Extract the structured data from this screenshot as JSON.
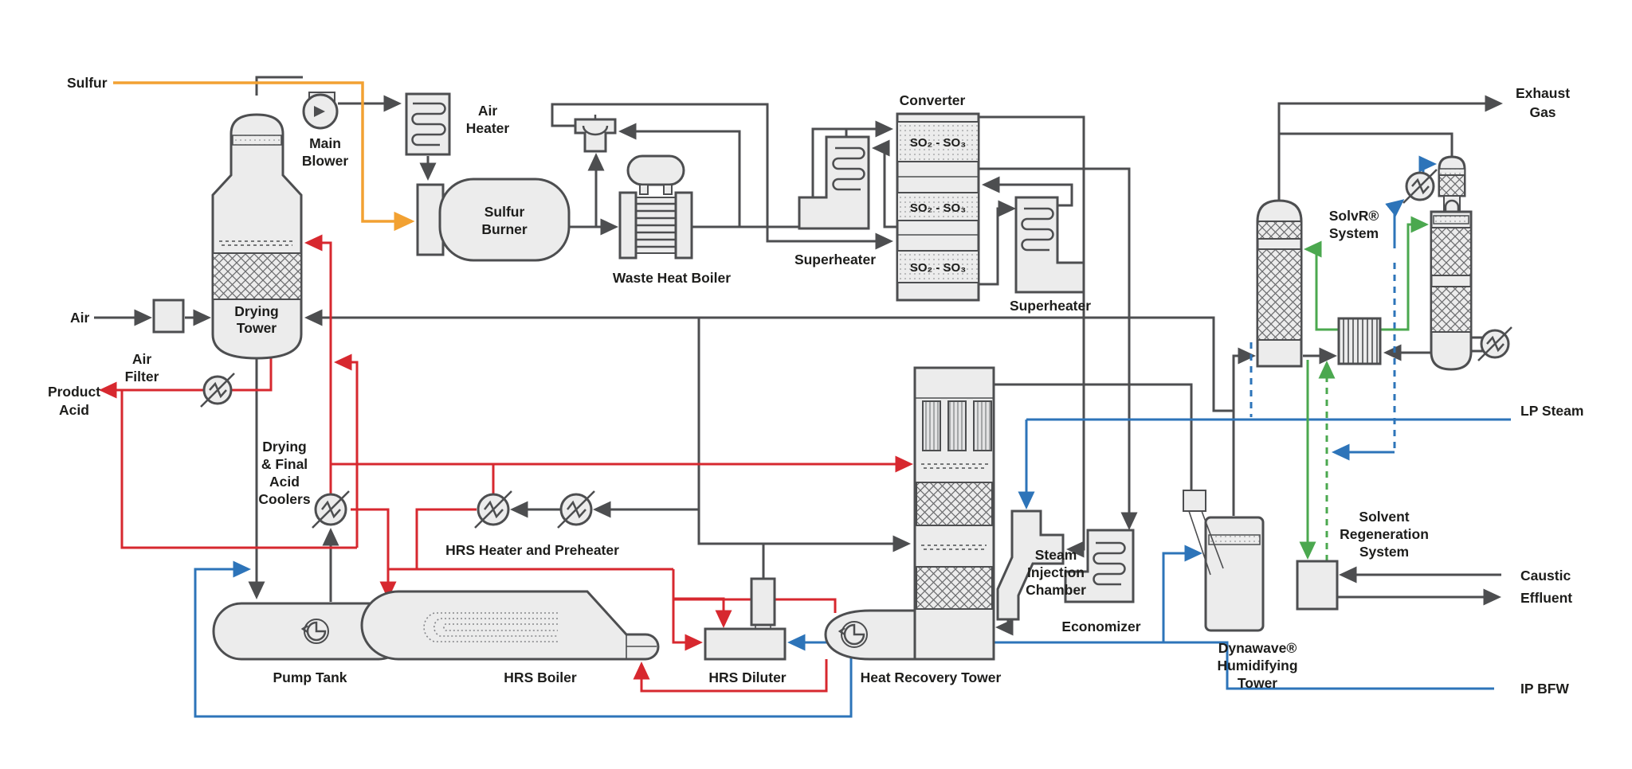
{
  "diagram_title": "Sulfuric Acid Plant with Heat Recovery and SolvR Regenerative SO2 Scrubbing - Process Flow Diagram",
  "colors": {
    "gas_line": "#4d4e50",
    "acid_line": "#d7282f",
    "sulfur_line": "#f2a132",
    "steam_water_line": "#2d74b9",
    "solvent_line": "#4ba84f",
    "equipment_fill": "#ececec",
    "label_text": "#1d1d1b"
  },
  "streams": {
    "sulfur": "Sulfur",
    "air": "Air",
    "exhaust_gas": {
      "l1": "Exhaust",
      "l2": "Gas"
    },
    "product_acid": {
      "l1": "Product",
      "l2": "Acid"
    },
    "lp_steam": "LP Steam",
    "caustic": "Caustic",
    "effluent": "Effluent",
    "ip_bfw": "IP BFW"
  },
  "equipment": {
    "main_blower": {
      "l1": "Main",
      "l2": "Blower"
    },
    "air_heater": {
      "l1": "Air",
      "l2": "Heater"
    },
    "sulfur_burner": {
      "l1": "Sulfur",
      "l2": "Burner"
    },
    "waste_heat_boiler": "Waste Heat Boiler",
    "converter": "Converter",
    "bed_reaction": "SO₂ - SO₃",
    "superheater_1": "Superheater",
    "superheater_2": "Superheater",
    "air_filter": {
      "l1": "Air",
      "l2": "Filter"
    },
    "drying_tower": {
      "l1": "Drying",
      "l2": "Tower"
    },
    "drying_final_acid_coolers": {
      "l1": "Drying",
      "l2": "& Final",
      "l3": "Acid",
      "l4": "Coolers"
    },
    "hrs_heater_preheater": "HRS Heater and Preheater",
    "pump_tank": "Pump Tank",
    "hrs_boiler": "HRS Boiler",
    "hrs_diluter": "HRS Diluter",
    "heat_recovery_tower": "Heat Recovery Tower",
    "steam_injection_chamber": {
      "l1": "Steam",
      "l2": "Injection",
      "l3": "Chamber"
    },
    "economizer": "Economizer",
    "dynawave": {
      "l1": "Dynawave®",
      "l2": "Humidifying",
      "l3": "Tower"
    },
    "solvr_system": {
      "l1": "SolvR®",
      "l2": "System"
    },
    "solvent_regeneration_system": {
      "l1": "Solvent",
      "l2": "Regeneration",
      "l3": "System"
    }
  }
}
